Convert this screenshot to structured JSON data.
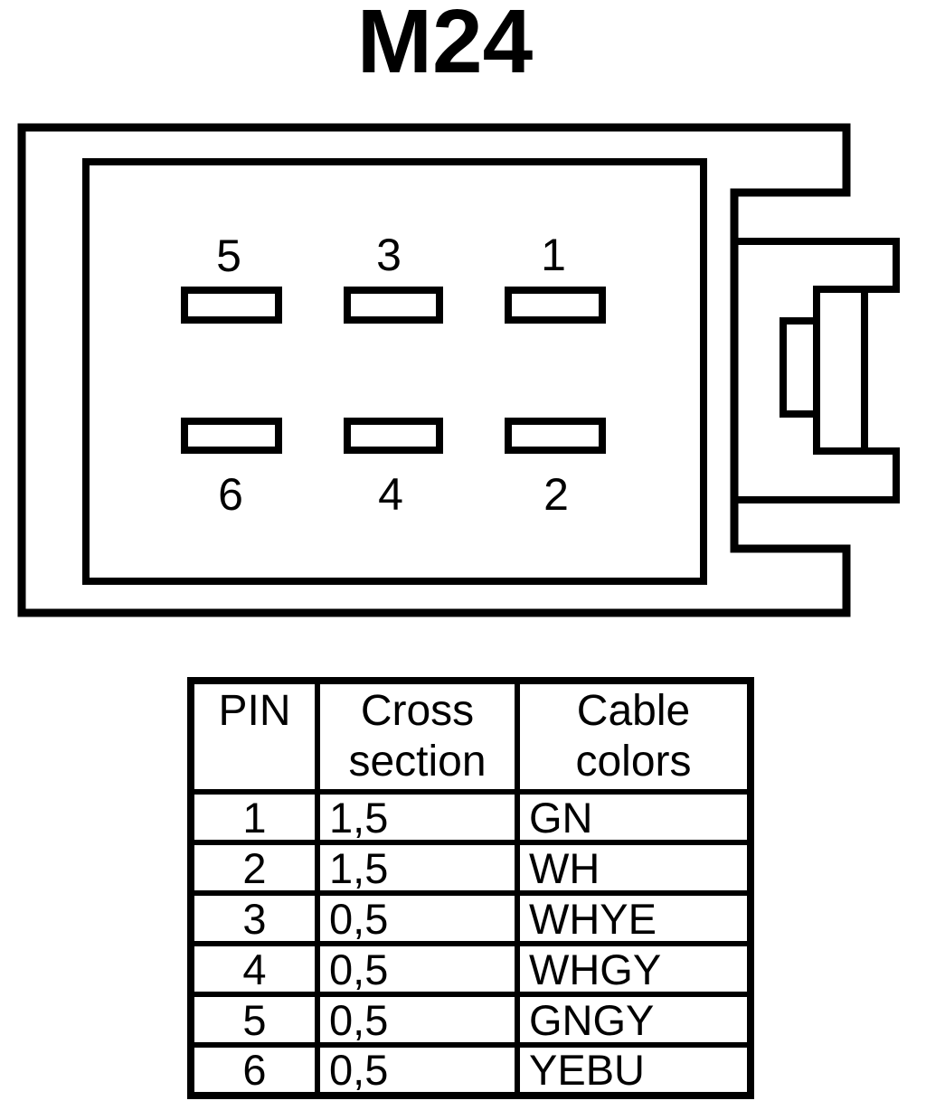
{
  "title": "M24",
  "connector": {
    "pins_top": [
      "5",
      "3",
      "1"
    ],
    "pins_bottom": [
      "6",
      "4",
      "2"
    ]
  },
  "table": {
    "headers": [
      "PIN",
      "Cross section",
      "Cable colors"
    ],
    "rows": [
      {
        "pin": "1",
        "cross_section": "1,5",
        "cable_color": "GN"
      },
      {
        "pin": "2",
        "cross_section": "1,5",
        "cable_color": "WH"
      },
      {
        "pin": "3",
        "cross_section": "0,5",
        "cable_color": "WHYE"
      },
      {
        "pin": "4",
        "cross_section": "0,5",
        "cable_color": "WHGY"
      },
      {
        "pin": "5",
        "cross_section": "0,5",
        "cable_color": "GNGY"
      },
      {
        "pin": "6",
        "cross_section": "0,5",
        "cable_color": "YEBU"
      }
    ]
  },
  "colors": {
    "line": "#000000",
    "background": "#ffffff"
  }
}
